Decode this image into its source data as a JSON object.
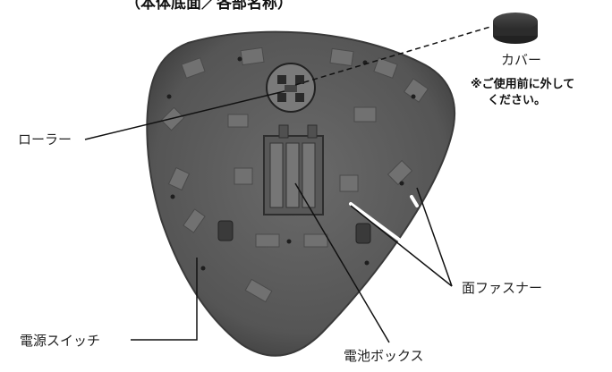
{
  "top_caption": "（本体底面／各部名称）",
  "labels": {
    "roller": "ローラー",
    "cover": "カバー",
    "cover_note_line1": "※ご使用前に外して",
    "cover_note_line2": "ください。",
    "power_switch": "電源スイッチ",
    "battery_box": "電池ボックス",
    "hook_fastener": "面ファスナー"
  },
  "colors": {
    "body": "#5f5f5f",
    "body_dark": "#3e3e3e",
    "pad": "#6e6e6e",
    "fastener": "#ffffff",
    "cover": "#2e2e2e",
    "leader": "#111111"
  }
}
